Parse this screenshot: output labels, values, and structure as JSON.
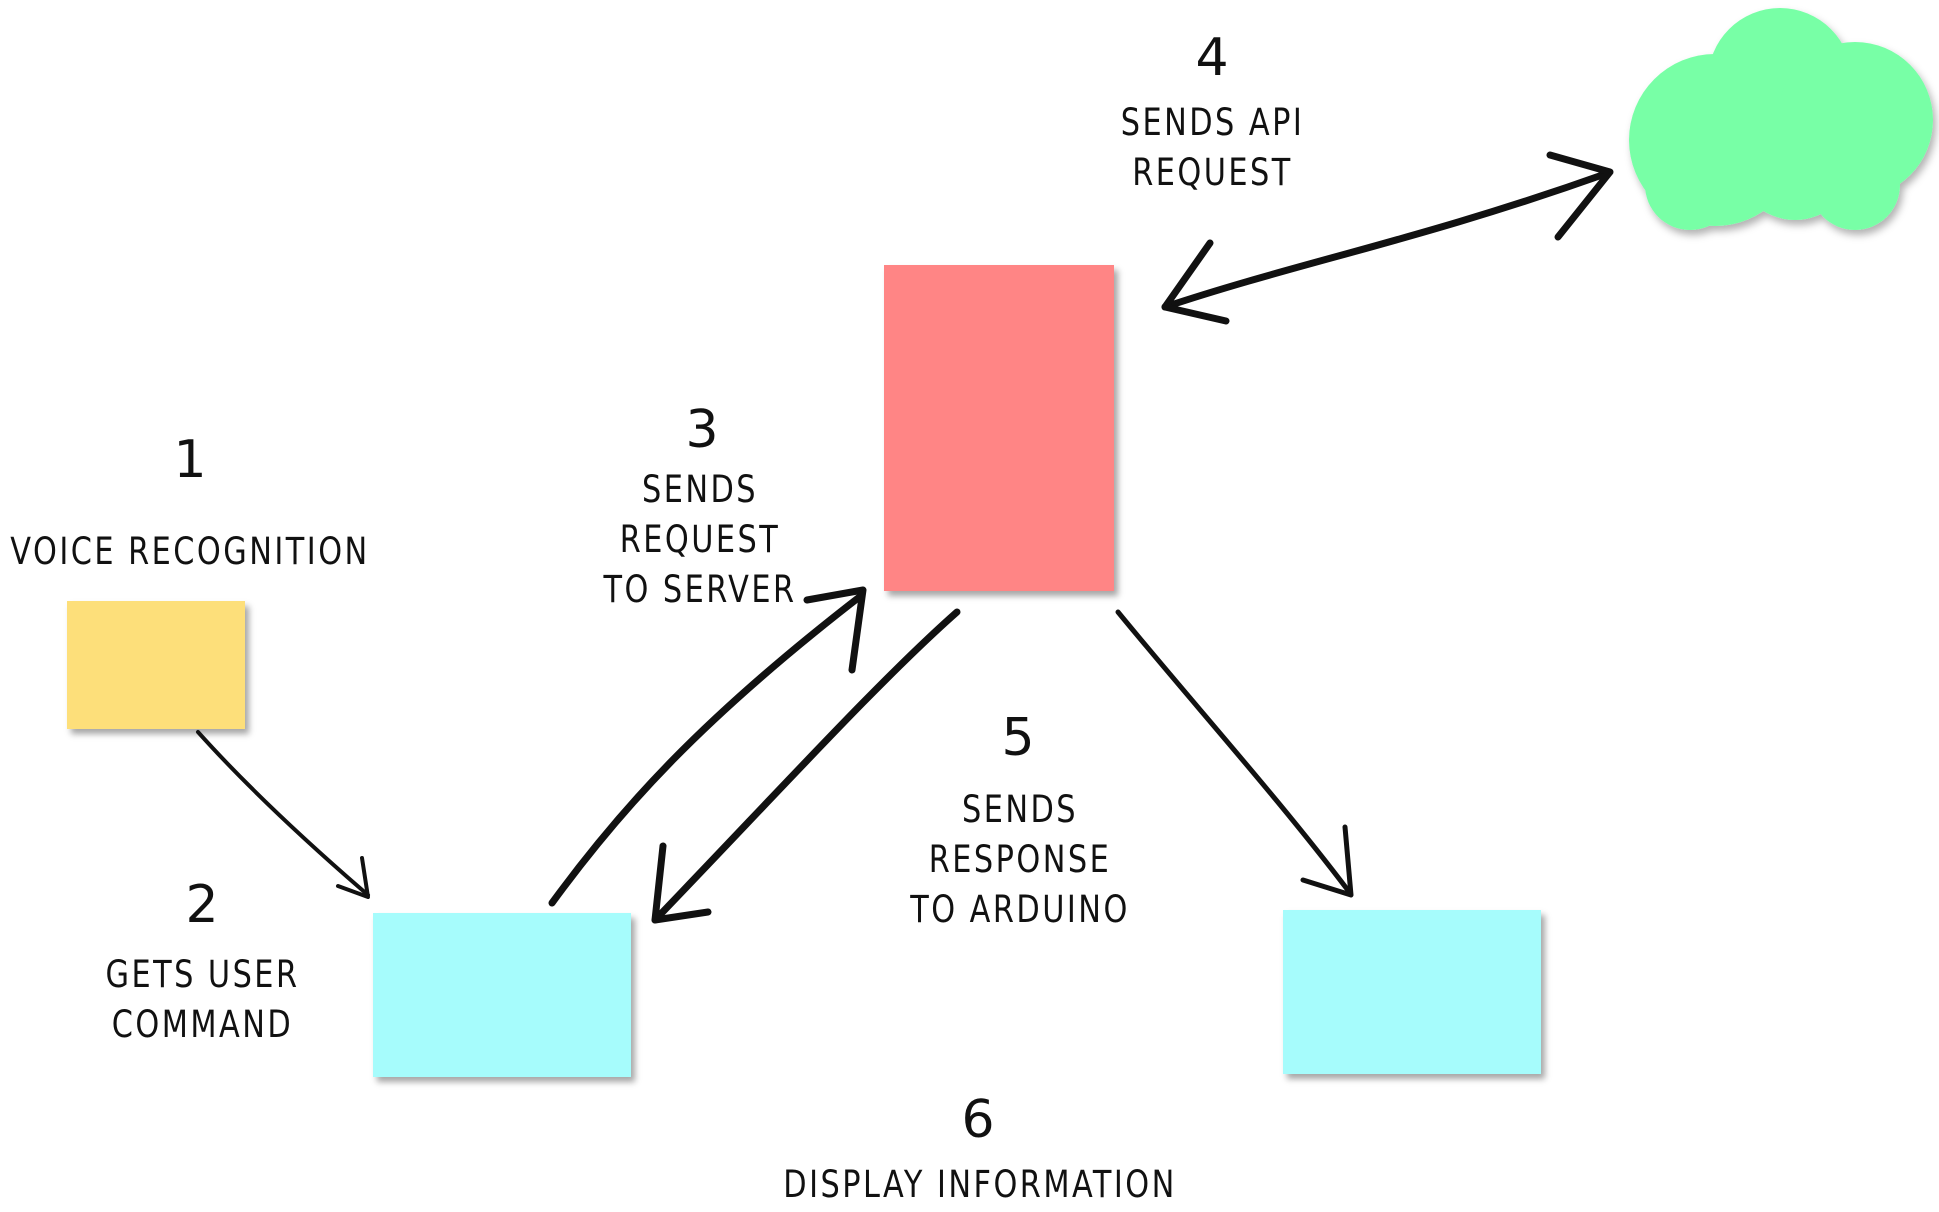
{
  "steps": [
    {
      "number": "1",
      "text": "VOICE RECOGNITION"
    },
    {
      "number": "2",
      "text_lines": [
        "GETS USER",
        "COMMAND"
      ]
    },
    {
      "number": "3",
      "text_lines": [
        "SENDS REQUEST",
        "TO SERVER"
      ]
    },
    {
      "number": "4",
      "text_lines": [
        "SENDS API",
        "REQUEST"
      ]
    },
    {
      "number": "5",
      "text_lines": [
        "SENDS RESPONSE",
        "TO ARDUINO"
      ]
    },
    {
      "number": "6",
      "text": "DISPLAY INFORMATION"
    }
  ],
  "colors": {
    "voice_box": "#FDDF7A",
    "device_box": "#A6FCFC",
    "server_box": "#FF8585",
    "cloud": "#78FFA6",
    "arrow": "#111111"
  }
}
